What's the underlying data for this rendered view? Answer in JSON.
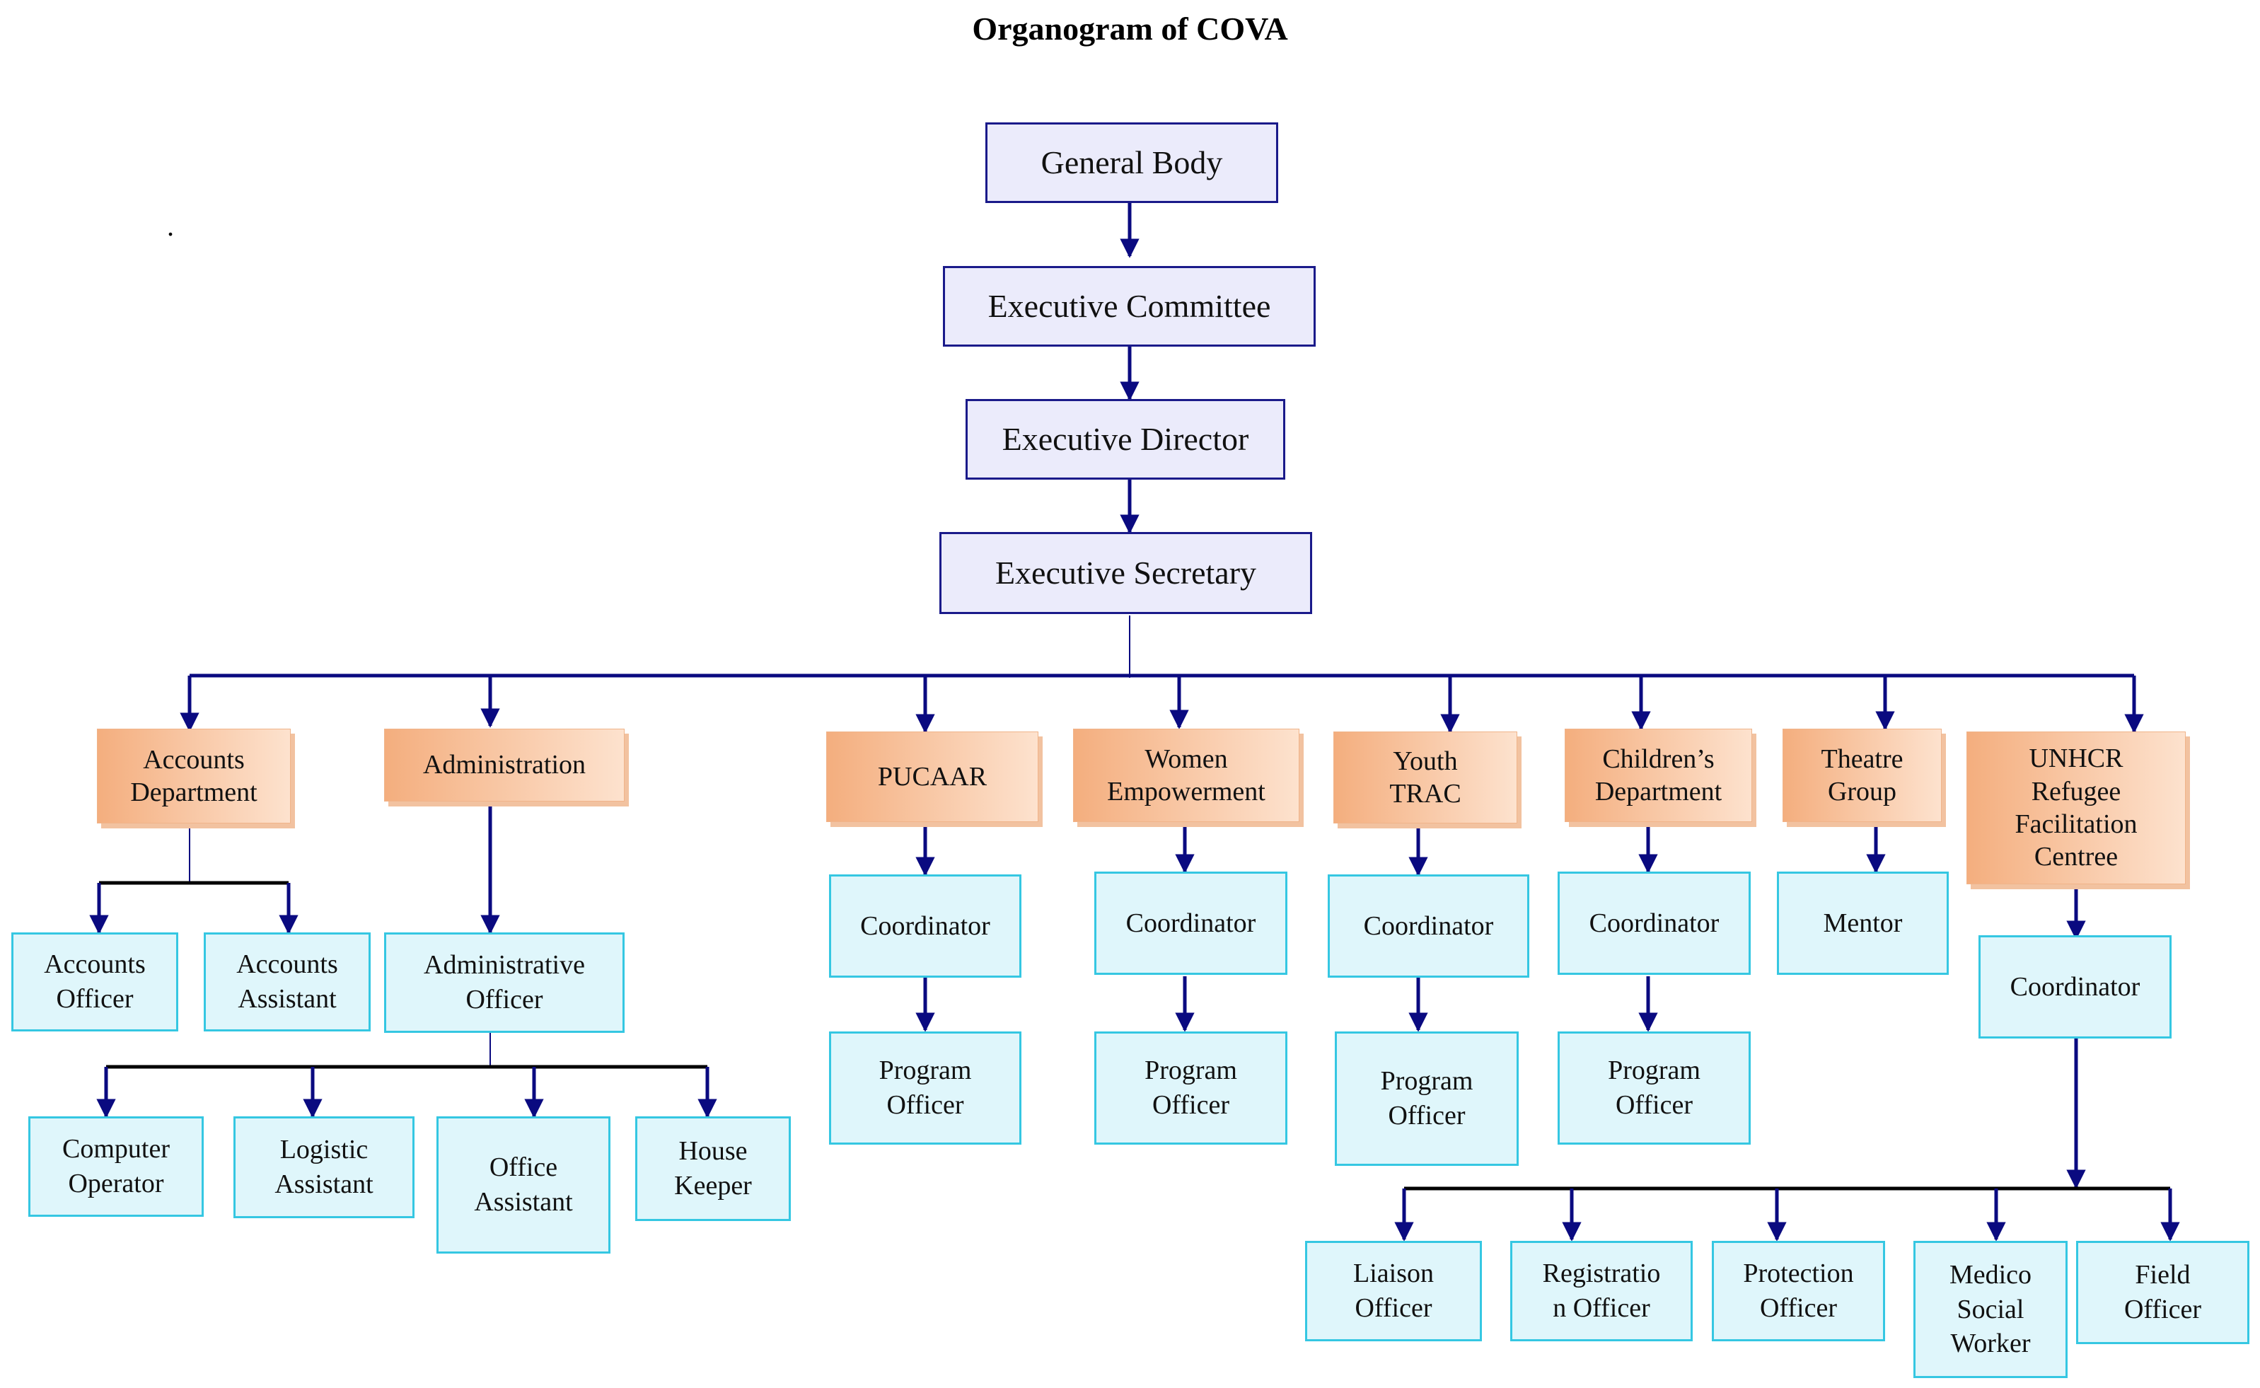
{
  "title": "Organogram of COVA",
  "stray_mark": ".",
  "colors": {
    "connector": "#0a0a80",
    "top_fill": "#ebebfb",
    "top_border": "#1a1a8a",
    "dept_fill_dark": "#f4ae7e",
    "dept_fill_light": "#fde2ce",
    "staff_fill": "#dff6fb",
    "staff_border": "#35c7e2"
  },
  "nodes": {
    "general_body": "General Body",
    "executive_committee": "Executive Committee",
    "executive_director": "Executive Director",
    "executive_secretary": "Executive Secretary",
    "accounts_department": "Accounts\nDepartment",
    "administration": "Administration",
    "pucaar": "PUCAAR",
    "women_empowerment": "Women\nEmpowerment",
    "youth_trac": "Youth\nTRAC",
    "childrens_department": "Children’s\nDepartment",
    "theatre_group": "Theatre\nGroup",
    "unhcr_centre": "UNHCR\nRefugee\nFacilitation\nCentree",
    "accounts_officer": "Accounts\nOfficer",
    "accounts_assistant": "Accounts\nAssistant",
    "administrative_officer": "Administrative\nOfficer",
    "computer_operator": "Computer\nOperator",
    "logistic_assistant": "Logistic\nAssistant",
    "office_assistant": "Office\nAssistant",
    "house_keeper": "House\nKeeper",
    "pucaar_coordinator": "Coordinator",
    "pucaar_program_officer": "Program\nOfficer",
    "women_coordinator": "Coordinator",
    "women_program_officer": "Program\nOfficer",
    "youth_coordinator": "Coordinator",
    "youth_program_officer": "Program\nOfficer",
    "children_coordinator": "Coordinator",
    "children_program_officer": "Program\nOfficer",
    "theatre_mentor": "Mentor",
    "unhcr_coordinator": "Coordinator",
    "liaison_officer": "Liaison\nOfficer",
    "registration_officer": "Registratio\nn Officer",
    "protection_officer": "Protection\nOfficer",
    "medico_social_worker": "Medico\nSocial\nWorker",
    "field_officer": "Field\nOfficer"
  }
}
